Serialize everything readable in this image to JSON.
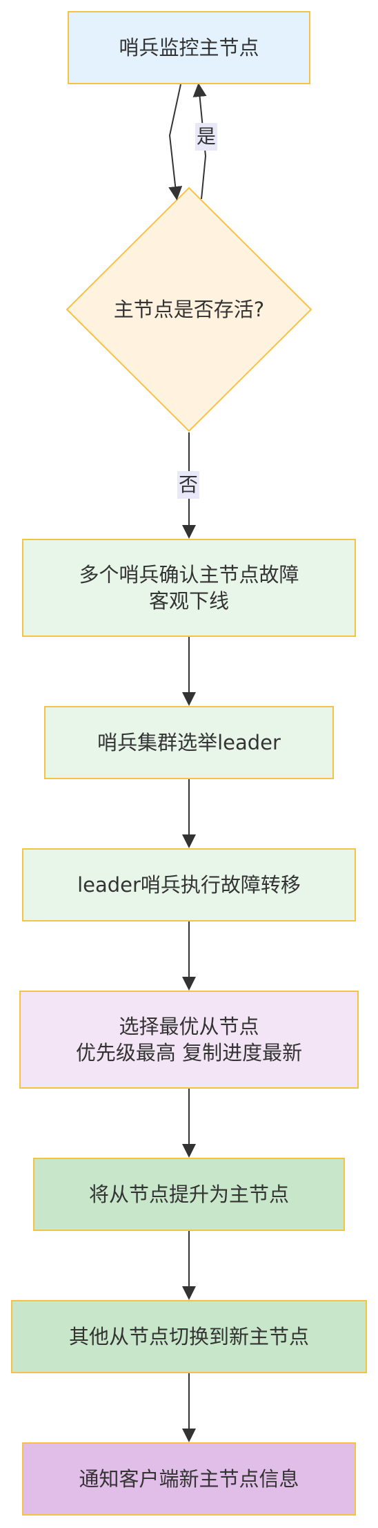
{
  "nodes": {
    "monitor": {
      "label": "哨兵监控主节点",
      "fill": "#e3f2fd"
    },
    "decision": {
      "label": "主节点是否存活?",
      "fill": "#fff3e0"
    },
    "objective_down": {
      "label": "多个哨兵确认主节点故障\n客观下线",
      "fill": "#e8f5e9"
    },
    "election": {
      "label": "哨兵集群选举leader",
      "fill": "#e8f5e9"
    },
    "failover": {
      "label": "leader哨兵执行故障转移",
      "fill": "#e8f5e9"
    },
    "select_slave": {
      "label": "选择最优从节点\n优先级最高 复制进度最新",
      "fill": "#f3e5f5"
    },
    "promote": {
      "label": "将从节点提升为主节点",
      "fill": "#c8e6c9"
    },
    "switch": {
      "label": "其他从节点切换到新主节点",
      "fill": "#c8e6c9"
    },
    "notify": {
      "label": "通知客户端新主节点信息",
      "fill": "#e1bee7"
    }
  },
  "edges": {
    "yes_label": "是",
    "no_label": "否"
  },
  "colors": {
    "border": "#f6c244",
    "arrow": "#333333",
    "label_bg": "#e8e8f8"
  }
}
